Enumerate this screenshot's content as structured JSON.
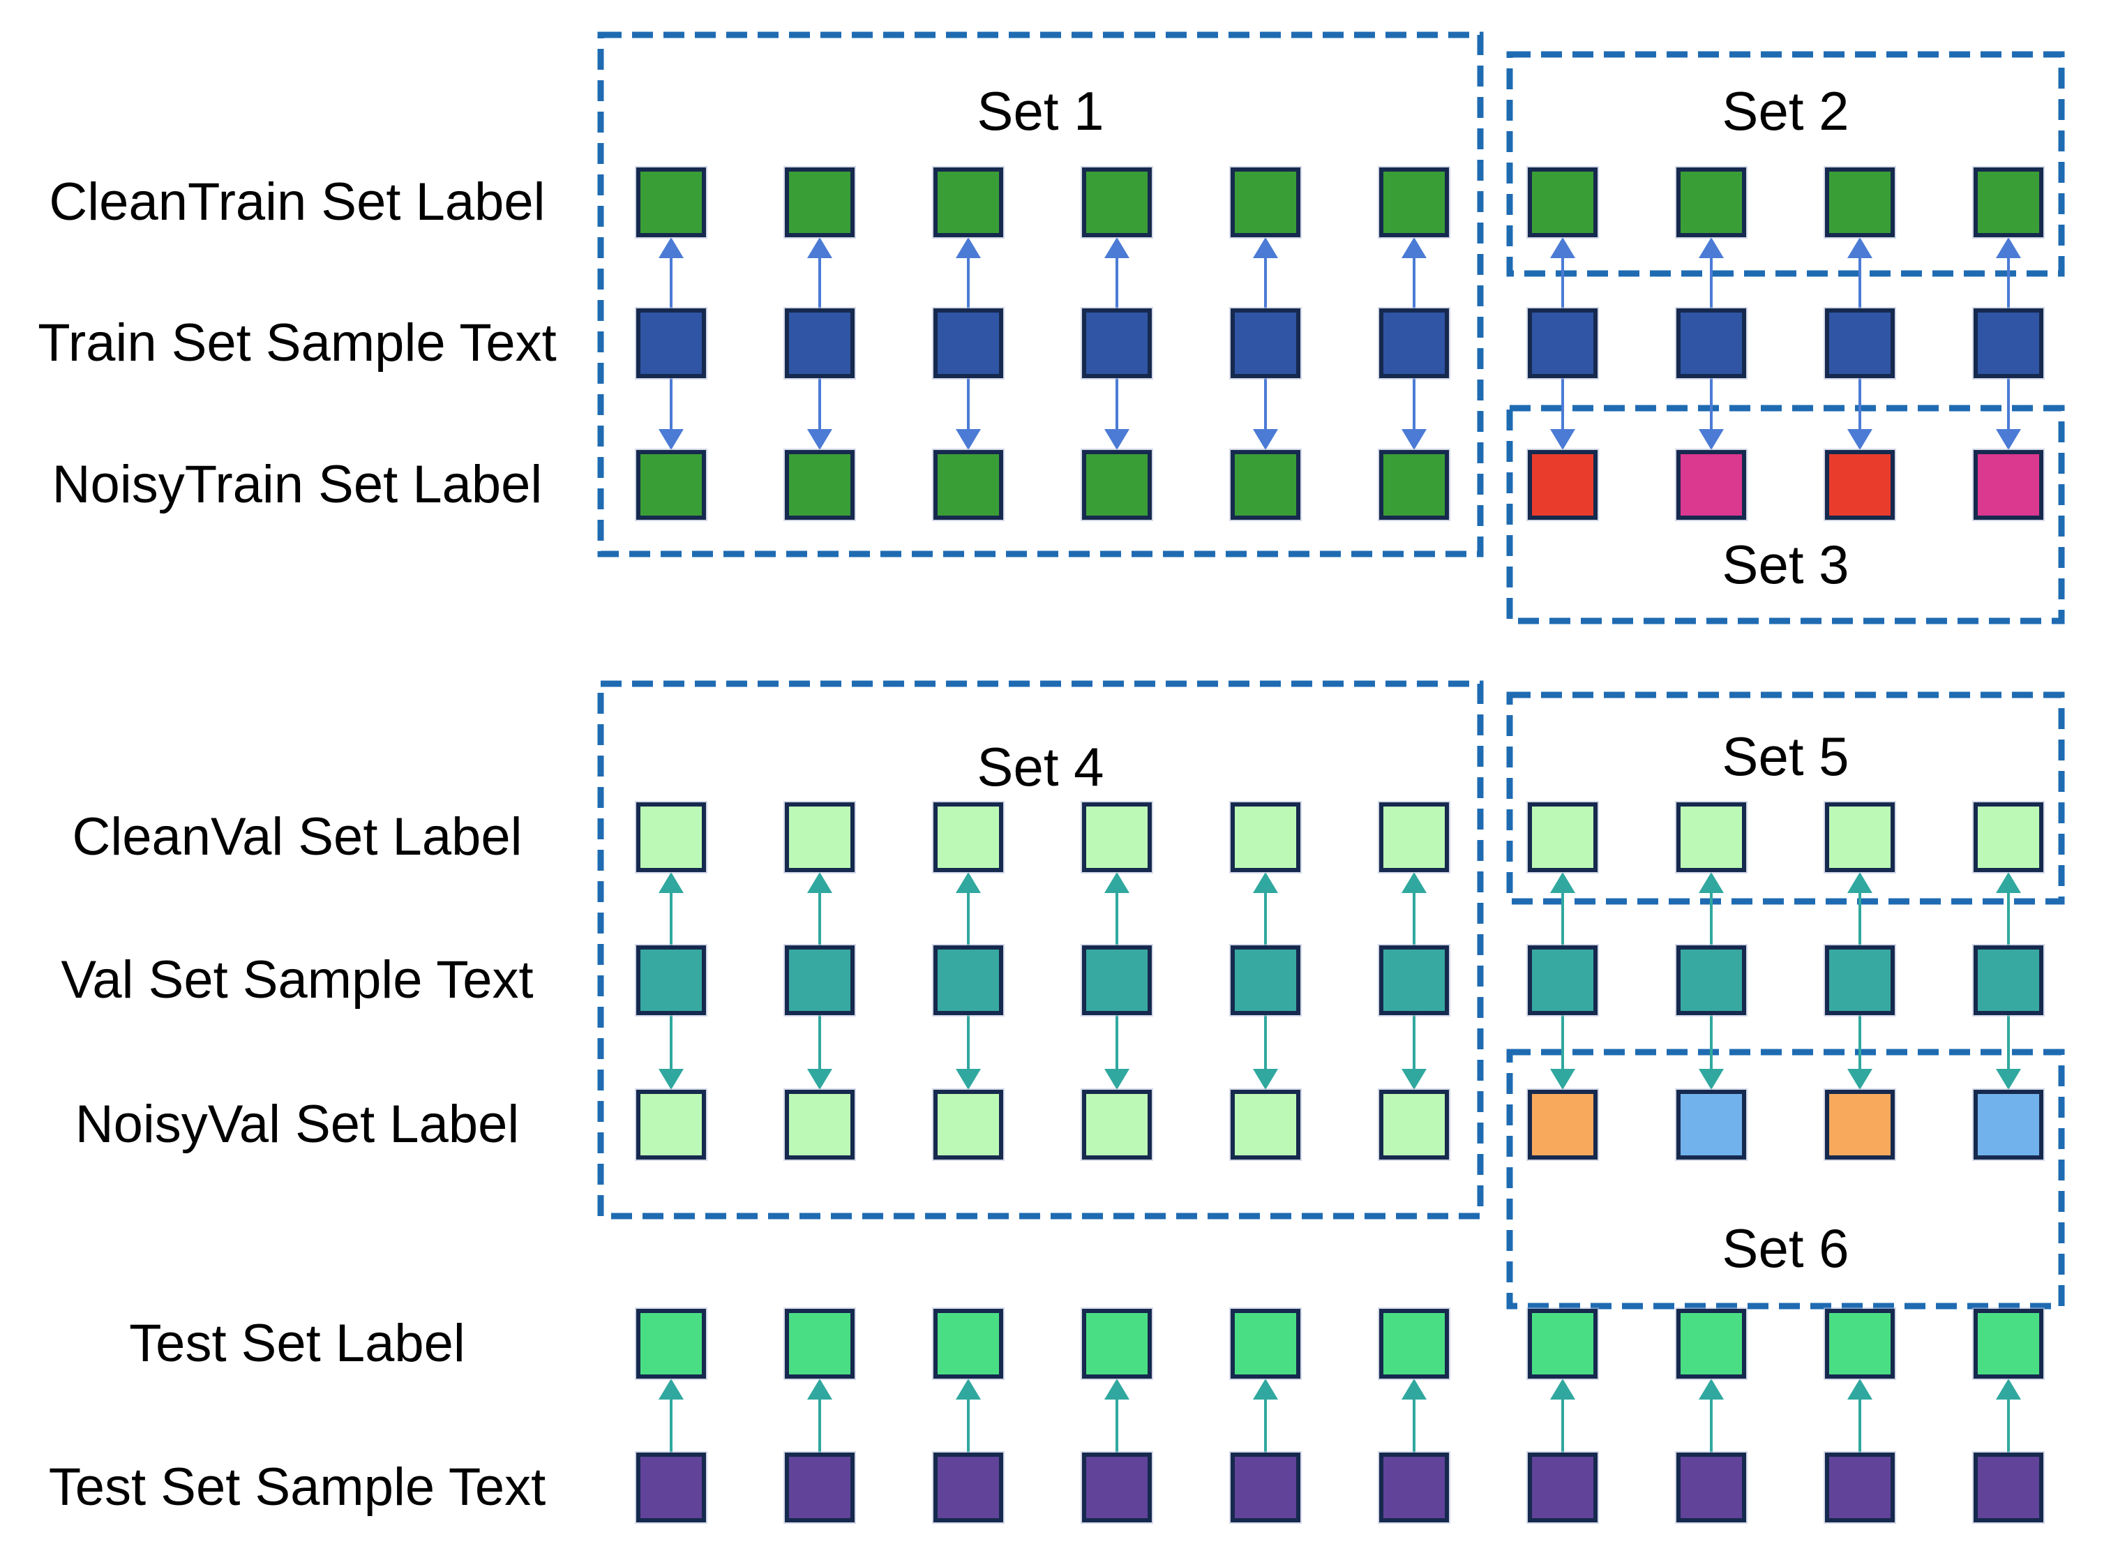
{
  "diagram": {
    "background": "#ffffff",
    "palette": {
      "green": "#3A9E36",
      "dark_blue": "#2F55A4",
      "red": "#EA3C2C",
      "magenta": "#DB3890",
      "light_green": "#BDF9B6",
      "teal": "#37A9A1",
      "orange": "#F8A95C",
      "light_blue": "#72B2EC",
      "spring_green": "#4ADE84",
      "purple": "#61439A",
      "square_border": "#16294E",
      "box_dash": "#1F6BB2",
      "arrow_blue": "#4B7BD5",
      "arrow_teal": "#30A89F",
      "text": "#000000"
    },
    "row_labels": [
      {
        "id": "clean_train",
        "text": "CleanTrain Set Label"
      },
      {
        "id": "train_text",
        "text": "Train Set Sample Text"
      },
      {
        "id": "noisy_train",
        "text": "NoisyTrain Set Label"
      },
      {
        "id": "clean_val",
        "text": "CleanVal Set Label"
      },
      {
        "id": "val_text",
        "text": "Val Set Sample Text"
      },
      {
        "id": "noisy_val",
        "text": "NoisyVal Set Label"
      },
      {
        "id": "test_label",
        "text": "Test Set Label"
      },
      {
        "id": "test_text",
        "text": "Test Set Sample Text"
      }
    ],
    "sets": [
      {
        "id": "set1",
        "title": "Set 1"
      },
      {
        "id": "set2",
        "title": "Set 2"
      },
      {
        "id": "set3",
        "title": "Set 3"
      },
      {
        "id": "set4",
        "title": "Set 4"
      },
      {
        "id": "set5",
        "title": "Set 5"
      },
      {
        "id": "set6",
        "title": "Set 6"
      }
    ],
    "rows": {
      "clean_train": [
        "green",
        "green",
        "green",
        "green",
        "green",
        "green",
        "green",
        "green",
        "green",
        "green"
      ],
      "train_text": [
        "dark_blue",
        "dark_blue",
        "dark_blue",
        "dark_blue",
        "dark_blue",
        "dark_blue",
        "dark_blue",
        "dark_blue",
        "dark_blue",
        "dark_blue"
      ],
      "noisy_train": [
        "green",
        "green",
        "green",
        "green",
        "green",
        "green",
        "red",
        "magenta",
        "red",
        "magenta"
      ],
      "clean_val": [
        "light_green",
        "light_green",
        "light_green",
        "light_green",
        "light_green",
        "light_green",
        "light_green",
        "light_green",
        "light_green",
        "light_green"
      ],
      "val_text": [
        "teal",
        "teal",
        "teal",
        "teal",
        "teal",
        "teal",
        "teal",
        "teal",
        "teal",
        "teal"
      ],
      "noisy_val": [
        "light_green",
        "light_green",
        "light_green",
        "light_green",
        "light_green",
        "light_green",
        "orange",
        "light_blue",
        "orange",
        "light_blue"
      ],
      "test_label": [
        "spring_green",
        "spring_green",
        "spring_green",
        "spring_green",
        "spring_green",
        "spring_green",
        "spring_green",
        "spring_green",
        "spring_green",
        "spring_green"
      ],
      "test_text": [
        "purple",
        "purple",
        "purple",
        "purple",
        "purple",
        "purple",
        "purple",
        "purple",
        "purple",
        "purple"
      ]
    },
    "arrows": [
      {
        "from": "train_text",
        "to": "clean_train",
        "color": "arrow_blue"
      },
      {
        "from": "train_text",
        "to": "noisy_train",
        "color": "arrow_blue"
      },
      {
        "from": "val_text",
        "to": "clean_val",
        "color": "arrow_teal"
      },
      {
        "from": "val_text",
        "to": "noisy_val",
        "color": "arrow_teal"
      },
      {
        "from": "test_text",
        "to": "test_label",
        "color": "arrow_teal"
      }
    ]
  }
}
